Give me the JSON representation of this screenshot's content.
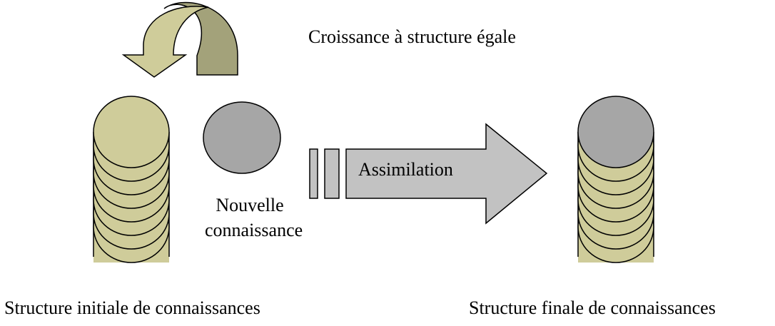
{
  "labels": {
    "growth": "Croissance à structure égale",
    "assimilation": "Assimilation",
    "new_knowledge_line1": "Nouvelle",
    "new_knowledge_line2": "connaissance",
    "initial_structure": "Structure initiale de connaissances",
    "final_structure": "Structure finale de connaissances"
  },
  "initial_stack": {
    "disc_count": 8,
    "fill_color": "#cfcc9a",
    "top_disc_color": "#cfcc9a"
  },
  "final_stack": {
    "disc_count": 8,
    "fill_color": "#cfcc9a",
    "top_disc_color": "#a6a6a6"
  },
  "new_knowledge_color": "#a6a6a6",
  "assimilation_arrow_color": "#c2c2c2",
  "curved_arrow_colors": {
    "front": "#cfcc9a",
    "back": "#a3a27a"
  },
  "stroke_color": "#000000"
}
